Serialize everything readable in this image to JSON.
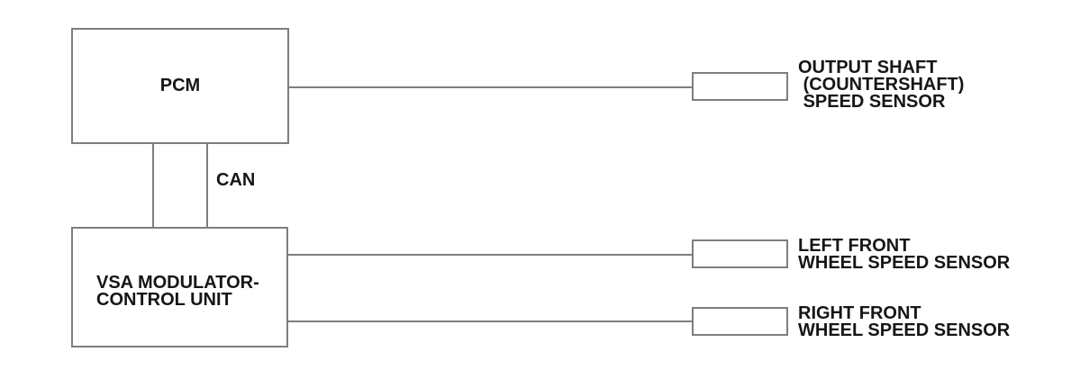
{
  "diagram": {
    "colors": {
      "line": "#7e7e7e",
      "text": "#161616",
      "background": "#ffffff"
    },
    "pcm_block": {
      "label": "PCM"
    },
    "vsa_block": {
      "label": "VSA MODULATOR-\nCONTROL UNIT"
    },
    "bus_label": "CAN",
    "sensors": [
      {
        "label": "OUTPUT SHAFT\n (COUNTERSHAFT)\n SPEED SENSOR"
      },
      {
        "label": "LEFT FRONT\nWHEEL SPEED SENSOR"
      },
      {
        "label": "RIGHT FRONT\nWHEEL SPEED SENSOR"
      }
    ]
  }
}
